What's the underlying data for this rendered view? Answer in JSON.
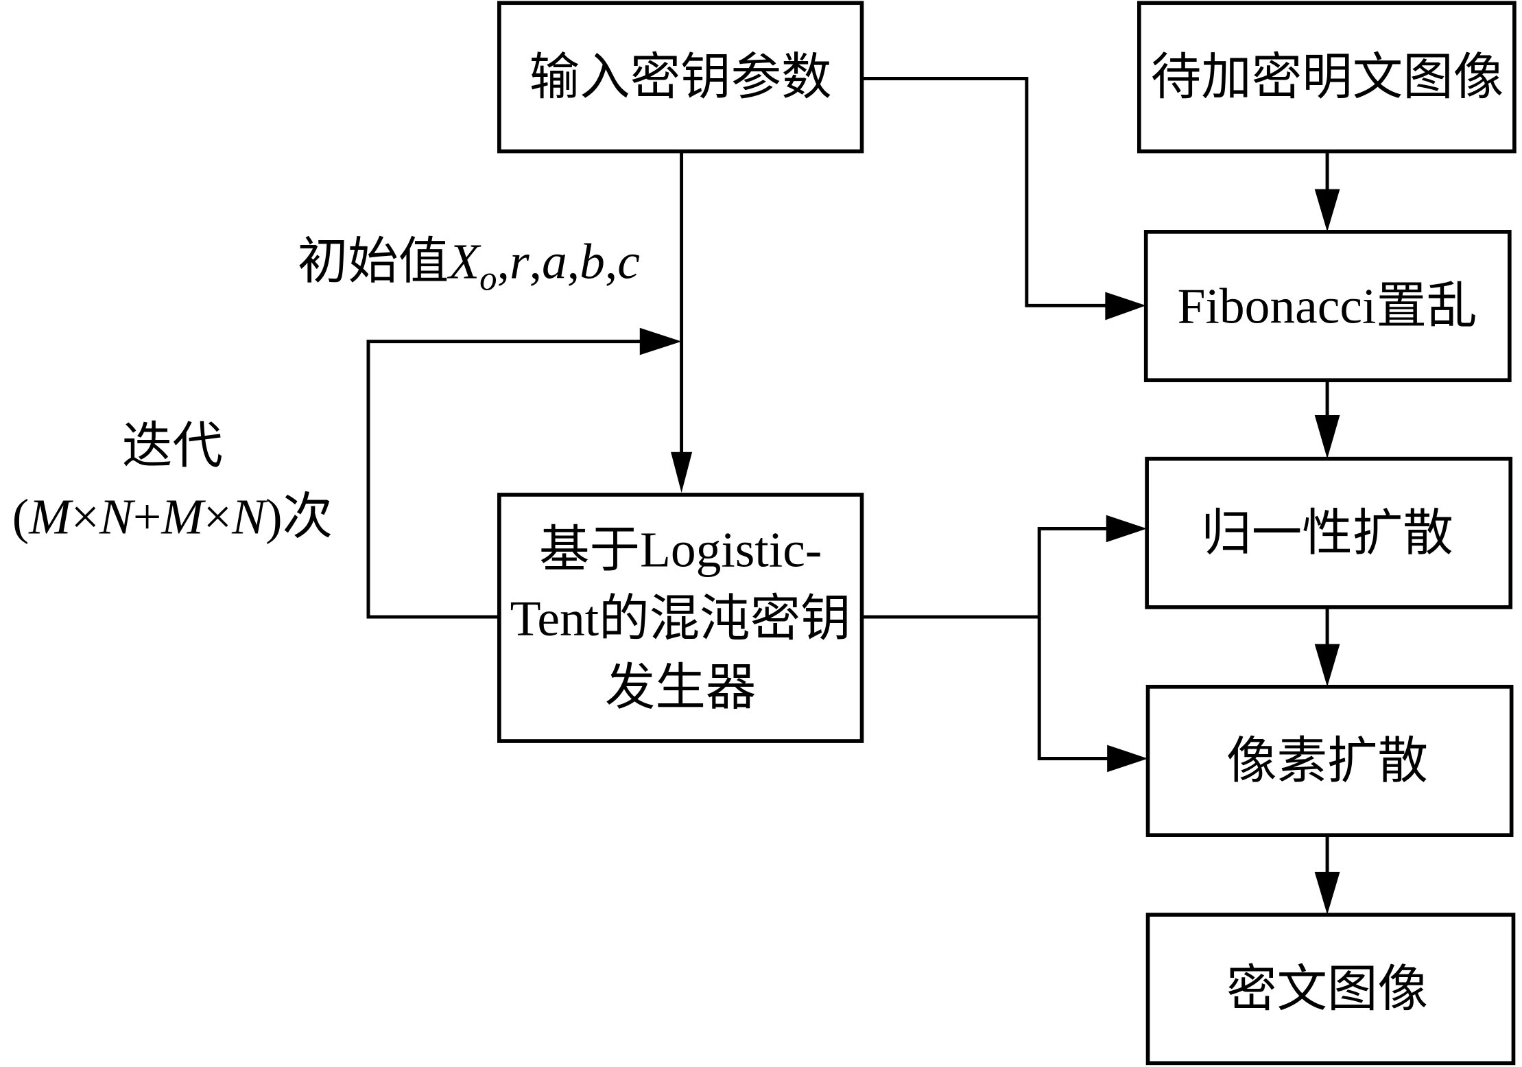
{
  "diagram": {
    "title": "Logistic-Tent chaotic image encryption flowchart",
    "colors": {
      "stroke": "#000000",
      "background": "#ffffff",
      "text": "#000000"
    },
    "nodes": {
      "input_key": {
        "label": "输入密钥参数"
      },
      "plain_image": {
        "label": "待加密明文图像"
      },
      "fibonacci": {
        "label": "Fibonacci置乱"
      },
      "key_generator": {
        "line1": "基于Logistic-",
        "line2": "Tent的混沌密钥",
        "line3": "发生器"
      },
      "normalize_diffusion": {
        "label": "归一性扩散"
      },
      "pixel_diffusion": {
        "label": "像素扩散"
      },
      "cipher_image": {
        "label": "密文图像"
      }
    },
    "annotations": {
      "initial_values": {
        "prefix": "初始值",
        "var_X": "X",
        "sub_o": "o",
        "rest_sep1": ",",
        "var_r": "r",
        "sep2": ",",
        "var_a": "a",
        "sep3": ",",
        "var_b": "b",
        "sep4": ",",
        "var_c": "c"
      },
      "iteration": {
        "line1": "迭代",
        "open": "(",
        "M1": "M",
        "times1": "×",
        "N1": "N",
        "plus": "+",
        "M2": "M",
        "times2": "×",
        "N2": "N",
        "close": ")",
        "suffix": "次"
      }
    },
    "edges": [
      {
        "from": "input_key",
        "to": "key_generator",
        "label": "初始值X_o,r,a,b,c"
      },
      {
        "from": "key_generator",
        "to": "key_generator",
        "label": "迭代(M×N+M×N)次",
        "kind": "feedback-loop"
      },
      {
        "from": "input_key",
        "to": "fibonacci"
      },
      {
        "from": "plain_image",
        "to": "fibonacci"
      },
      {
        "from": "fibonacci",
        "to": "normalize_diffusion"
      },
      {
        "from": "key_generator",
        "to": "normalize_diffusion"
      },
      {
        "from": "key_generator",
        "to": "pixel_diffusion"
      },
      {
        "from": "normalize_diffusion",
        "to": "pixel_diffusion"
      },
      {
        "from": "pixel_diffusion",
        "to": "cipher_image"
      }
    ]
  }
}
